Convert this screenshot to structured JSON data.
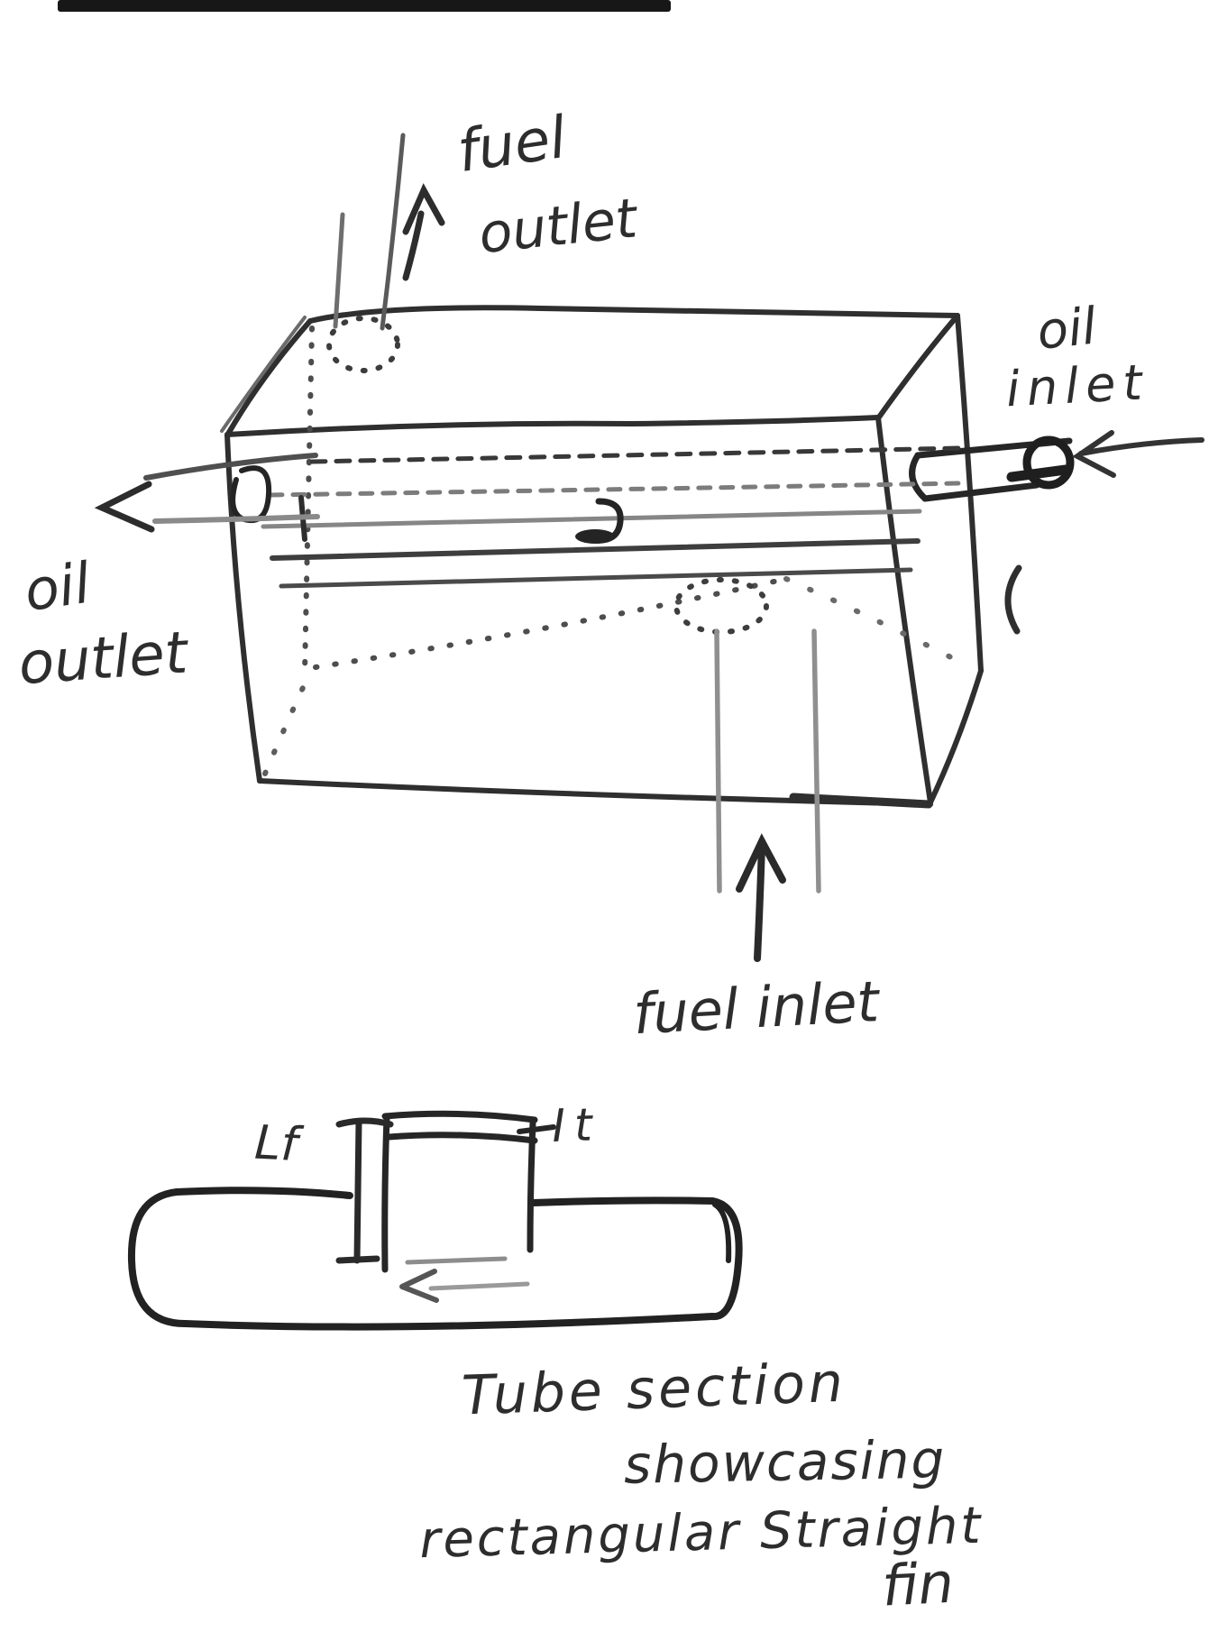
{
  "labels": {
    "fuel_outlet": {
      "word1": "fuel",
      "word2": "outlet"
    },
    "oil_inlet": {
      "word1": "oil",
      "word2": "inlet"
    },
    "oil_outlet": {
      "word1": "oil",
      "word2": "outlet"
    },
    "fuel_inlet": {
      "text": "fuel inlet"
    }
  },
  "dimensions": {
    "fin_length": "Lf",
    "fin_thickness": "It"
  },
  "caption": {
    "line1": "Tube section",
    "line2": "showcasing",
    "line3": "rectangular Straight",
    "line4": "fin"
  },
  "colors": {
    "ink": "#2d2d2d",
    "ink_light": "#8a8a8a",
    "paper": "#ffffff"
  }
}
